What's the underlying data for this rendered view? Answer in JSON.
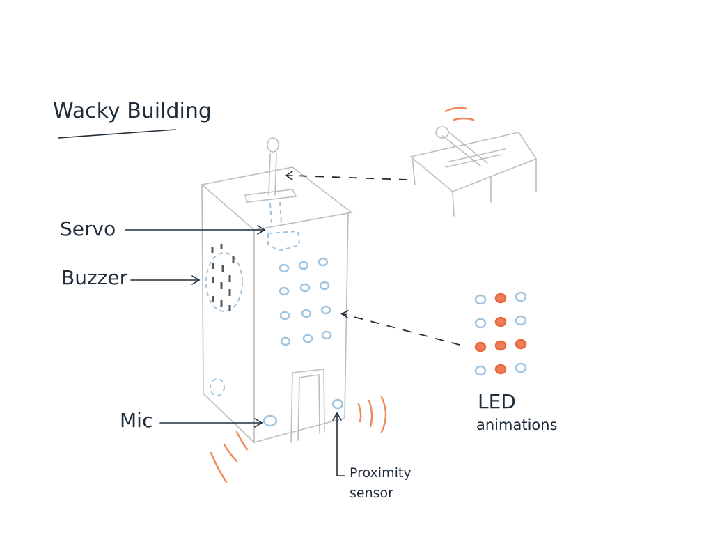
{
  "title": "Wacky Building",
  "labels": {
    "servo": "Servo",
    "buzzer": "Buzzer",
    "mic": "Mic",
    "proximity": "Proximity",
    "sensor": "sensor",
    "led": "LED",
    "animations": "animations"
  },
  "led_pattern": [
    [
      "blue",
      "orange",
      "blue"
    ],
    [
      "blue",
      "orange",
      "blue"
    ],
    [
      "orange",
      "orange",
      "orange"
    ],
    [
      "blue",
      "orange",
      "blue"
    ]
  ],
  "colors": {
    "ink": "#1f2d3a",
    "blue": "#9ec4e0",
    "orange": "#e8683a",
    "pencil": "#bdbdbd"
  }
}
